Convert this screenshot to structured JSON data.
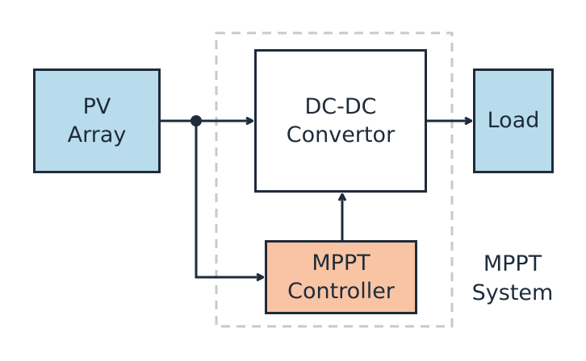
{
  "nodes": {
    "pv_array": {
      "line1": "PV",
      "line2": "Array"
    },
    "dc_dc_convertor": {
      "line1": "DC-DC",
      "line2": "Convertor"
    },
    "load": {
      "label": "Load"
    },
    "mppt_controller": {
      "line1": "MPPT",
      "line2": "Controller"
    }
  },
  "group": {
    "line1": "MPPT",
    "line2": "System"
  },
  "colors": {
    "stroke": "#1e2b3a",
    "pv_fill": "#b9dcec",
    "load_fill": "#b9dcec",
    "mppt_fill": "#f9c4a3",
    "group_border": "#c9c9c9"
  }
}
